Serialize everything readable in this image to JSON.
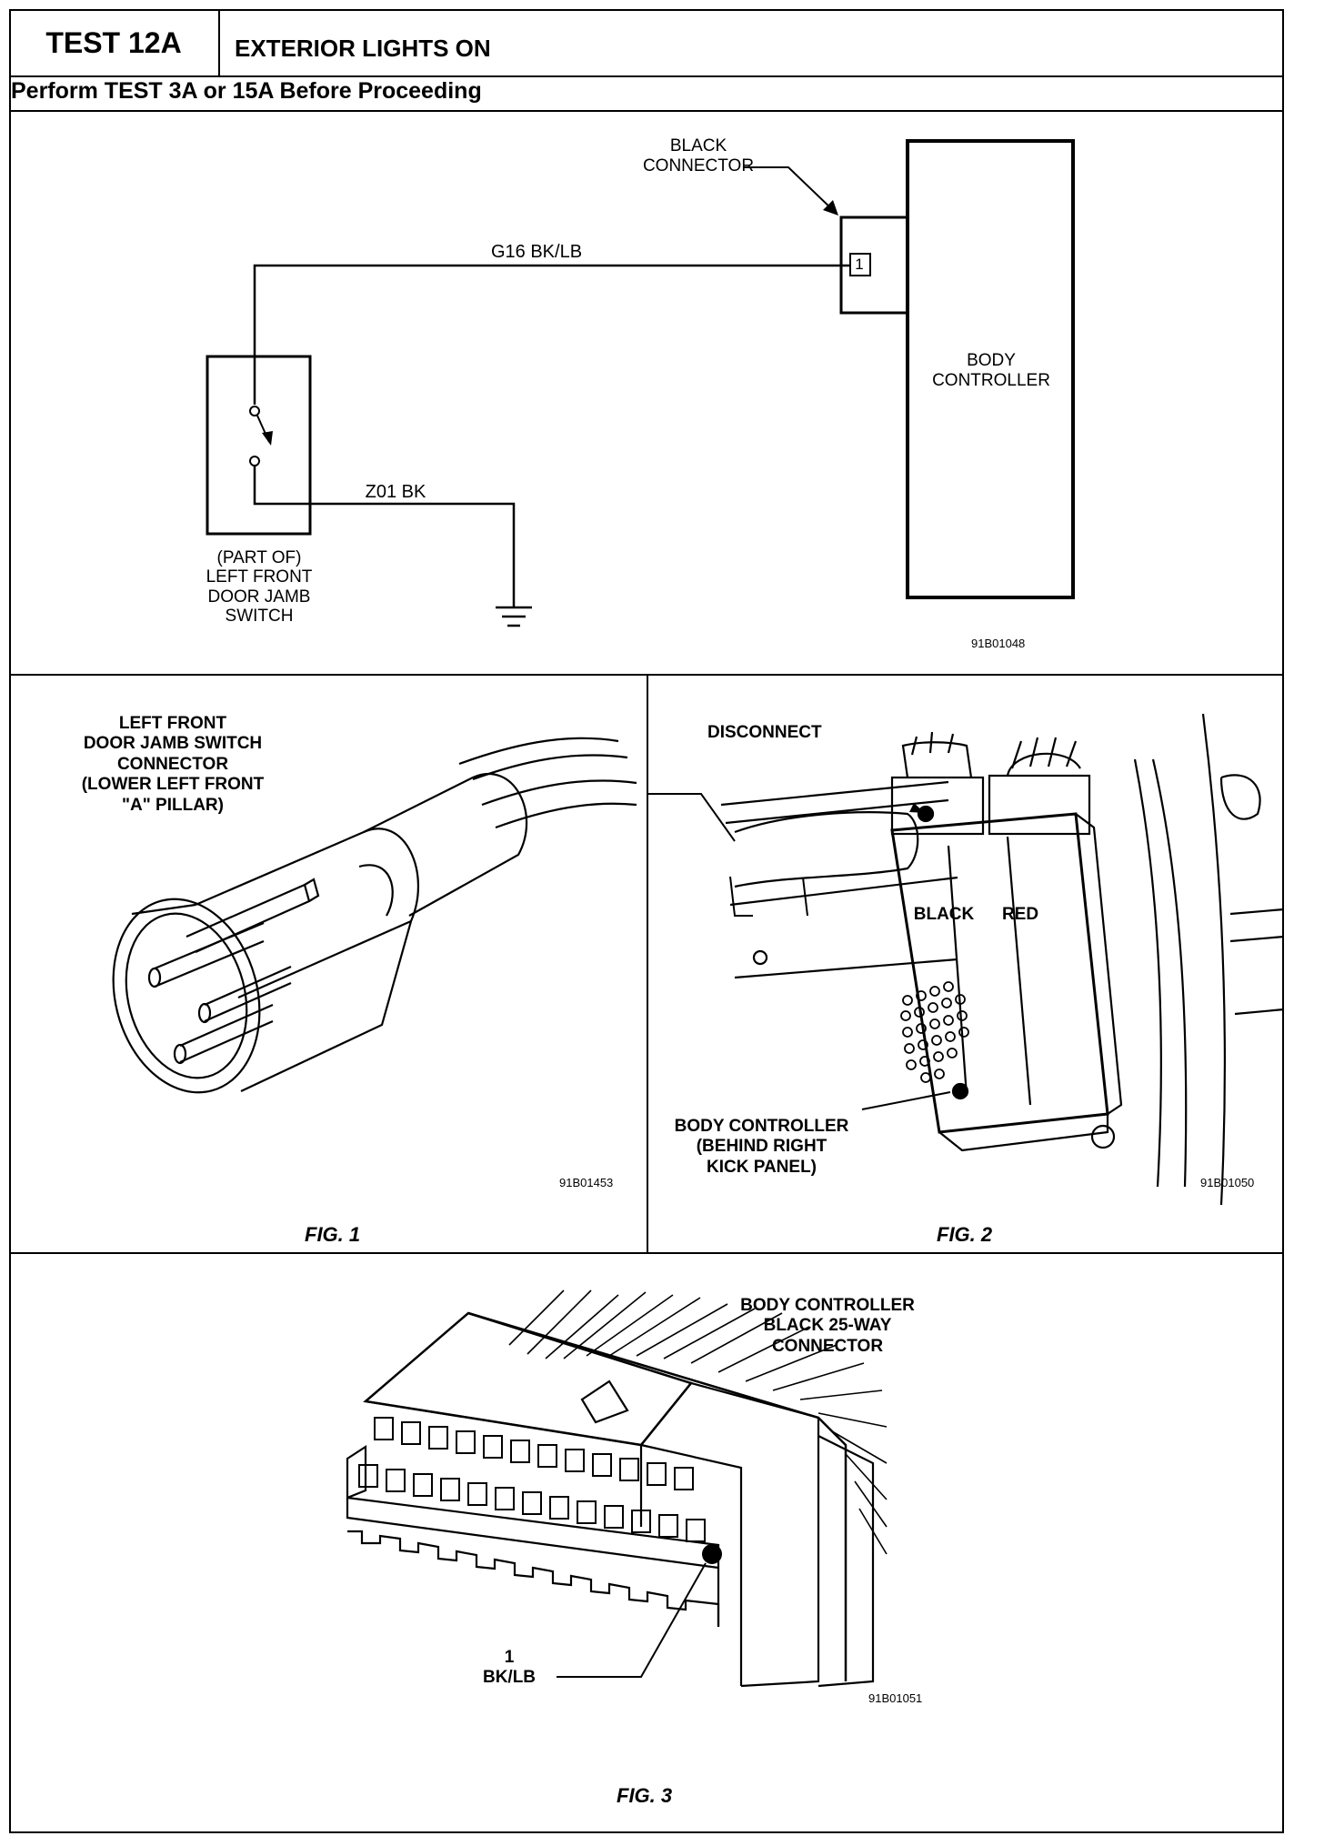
{
  "header": {
    "test_id": "TEST 12A",
    "test_title": "EXTERIOR LIGHTS ON",
    "prerequisite": "Perform TEST 3A or 15A Before Proceeding"
  },
  "schematic": {
    "black_connector_label": [
      "BLACK",
      "CONNECTOR"
    ],
    "pin_number": "1",
    "wire_signal": "G16 BK/LB",
    "wire_ground": "Z01 BK",
    "body_controller_label": [
      "BODY",
      "CONTROLLER"
    ],
    "switch_label": [
      "(PART OF)",
      "LEFT FRONT",
      "DOOR JAMB",
      "SWITCH"
    ],
    "part_number": "91B01048"
  },
  "fig1": {
    "label": [
      "LEFT FRONT",
      "DOOR JAMB SWITCH",
      "CONNECTOR",
      "(LOWER LEFT FRONT",
      "\"A\" PILLAR)"
    ],
    "part_number": "91B01453",
    "caption": "FIG. 1"
  },
  "fig2": {
    "disconnect_label": "DISCONNECT",
    "black_label": "BLACK",
    "red_label": "RED",
    "body_controller_label": [
      "BODY CONTROLLER",
      "(BEHIND RIGHT",
      "KICK PANEL)"
    ],
    "part_number": "91B01050",
    "caption": "FIG. 2"
  },
  "fig3": {
    "label": [
      "BODY CONTROLLER",
      "BLACK 25-WAY",
      "CONNECTOR"
    ],
    "pin_number": "1",
    "pin_wire": "BK/LB",
    "part_number": "91B01051",
    "caption": "FIG. 3"
  }
}
